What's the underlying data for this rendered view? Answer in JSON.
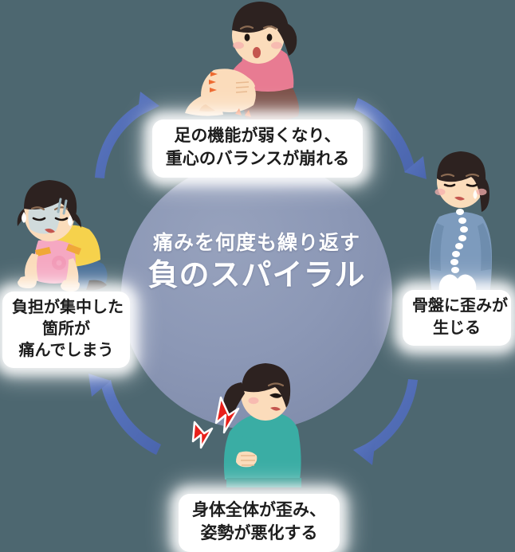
{
  "diagram": {
    "title_center": {
      "line1": "痛みを何度も繰り返す",
      "line2": "負のスパイラル"
    },
    "background_color": "#4d6770",
    "circle_color": "#8c98b6",
    "arrow_color": "#4f6cb8",
    "label_text_color": "#1d1d1d",
    "cycle_direction": "clockwise",
    "steps": [
      {
        "position": "top",
        "label_lines": [
          "足の機能が弱くなり、",
          "重心のバランスが崩れる"
        ],
        "illustration": "girl-sitting-holding-knee-in-pain"
      },
      {
        "position": "right",
        "label_lines": [
          "骨盤に歪みが",
          "生じる"
        ],
        "illustration": "woman-with-crooked-spine-and-pelvis"
      },
      {
        "position": "bottom",
        "label_lines": [
          "身体全体が歪み、",
          "姿勢が悪化する"
        ],
        "illustration": "woman-hunched-with-back-pain-flash"
      },
      {
        "position": "left",
        "label_lines": [
          "負担が集中した",
          "箇所が",
          "痛んでしまう"
        ],
        "illustration": "exhausted-woman-on-all-fours"
      }
    ],
    "arrows": [
      {
        "name": "arrow-top-left-to-top",
        "direction": "up-right"
      },
      {
        "name": "arrow-top-to-right",
        "direction": "down-right"
      },
      {
        "name": "arrow-right-to-bottom",
        "direction": "down-left"
      },
      {
        "name": "arrow-bottom-to-left",
        "direction": "up-left"
      }
    ]
  }
}
